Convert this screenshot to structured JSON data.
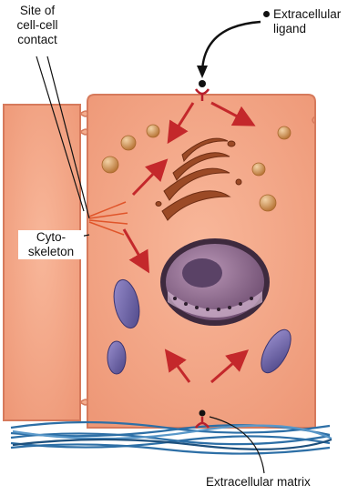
{
  "labels": {
    "site_of_contact": [
      "Site of",
      "cell-cell",
      "contact"
    ],
    "ligand": [
      "Extracellular",
      "ligand"
    ],
    "cytoskeleton": [
      "Cyto-",
      "skeleton"
    ],
    "matrix": "Extracellular matrix"
  },
  "colors": {
    "cytoplasm": "#f2a382",
    "membrane": "#d67a5c",
    "arrow": "#c4282b",
    "granule": "#c98a4a",
    "golgi": "#8a3e22",
    "nucleus_envelope": "#4a3346",
    "nucleus": "#8e6a8c",
    "nucleolus": "#5a4266",
    "mitochondria": "#7a6ea8",
    "matrix_fibers": "#2d6fa6",
    "receptor": "#b81f2c"
  },
  "icons": [
    "receptor-icon",
    "signal-arrow-icon",
    "fiber-bundle-icon"
  ]
}
